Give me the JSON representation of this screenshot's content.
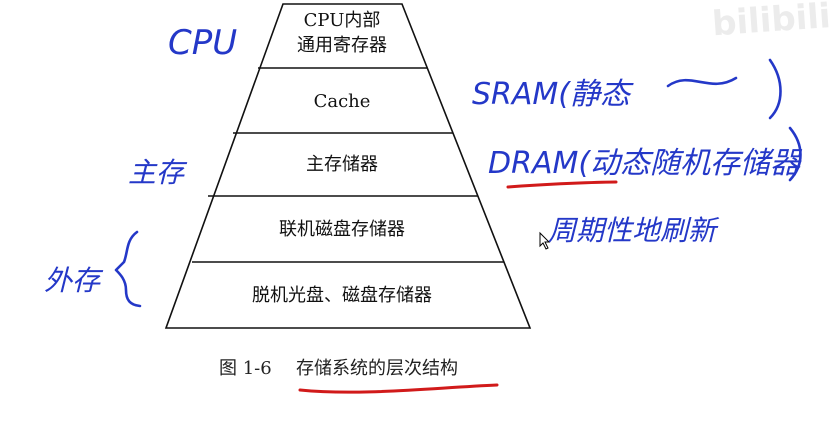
{
  "pyramid": {
    "layers": [
      {
        "lines": [
          "CPU内部",
          "通用寄存器"
        ]
      },
      {
        "lines": [
          "Cache"
        ]
      },
      {
        "lines": [
          "主存储器"
        ]
      },
      {
        "lines": [
          "联机磁盘存储器"
        ]
      },
      {
        "lines": [
          "脱机光盘、磁盘存储器"
        ]
      }
    ]
  },
  "caption": {
    "label": "图 1-6",
    "title": "存储系统的层次结构"
  },
  "annotations": {
    "cpu": "CPU",
    "main_memory": "主存",
    "external_memory": "外存",
    "sram": "SRAM(静态",
    "dram": "DRAM(动态随机存储器",
    "refresh": "周期性地刷新"
  },
  "watermark": "bilibili",
  "colors": {
    "ink": "#2438c8",
    "underline": "#d11a1a"
  }
}
